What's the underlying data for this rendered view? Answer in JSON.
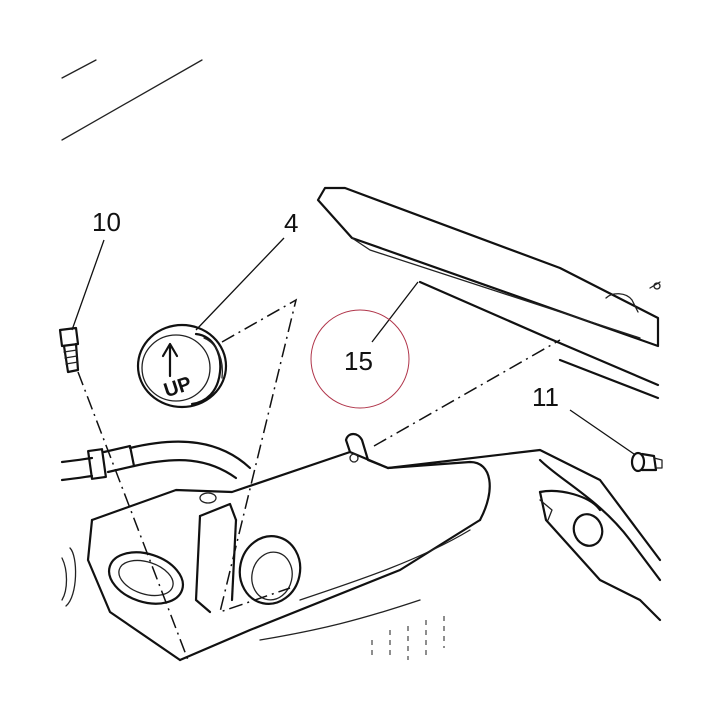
{
  "callouts": {
    "c10": "10",
    "c4": "4",
    "c15": "15",
    "c11": "11"
  },
  "cap_label": "UP",
  "colors": {
    "line": "#111111",
    "highlight_circle": "#b0354a",
    "background": "#ffffff"
  },
  "icons": {
    "cap_arrow": "up-arrow-icon"
  }
}
